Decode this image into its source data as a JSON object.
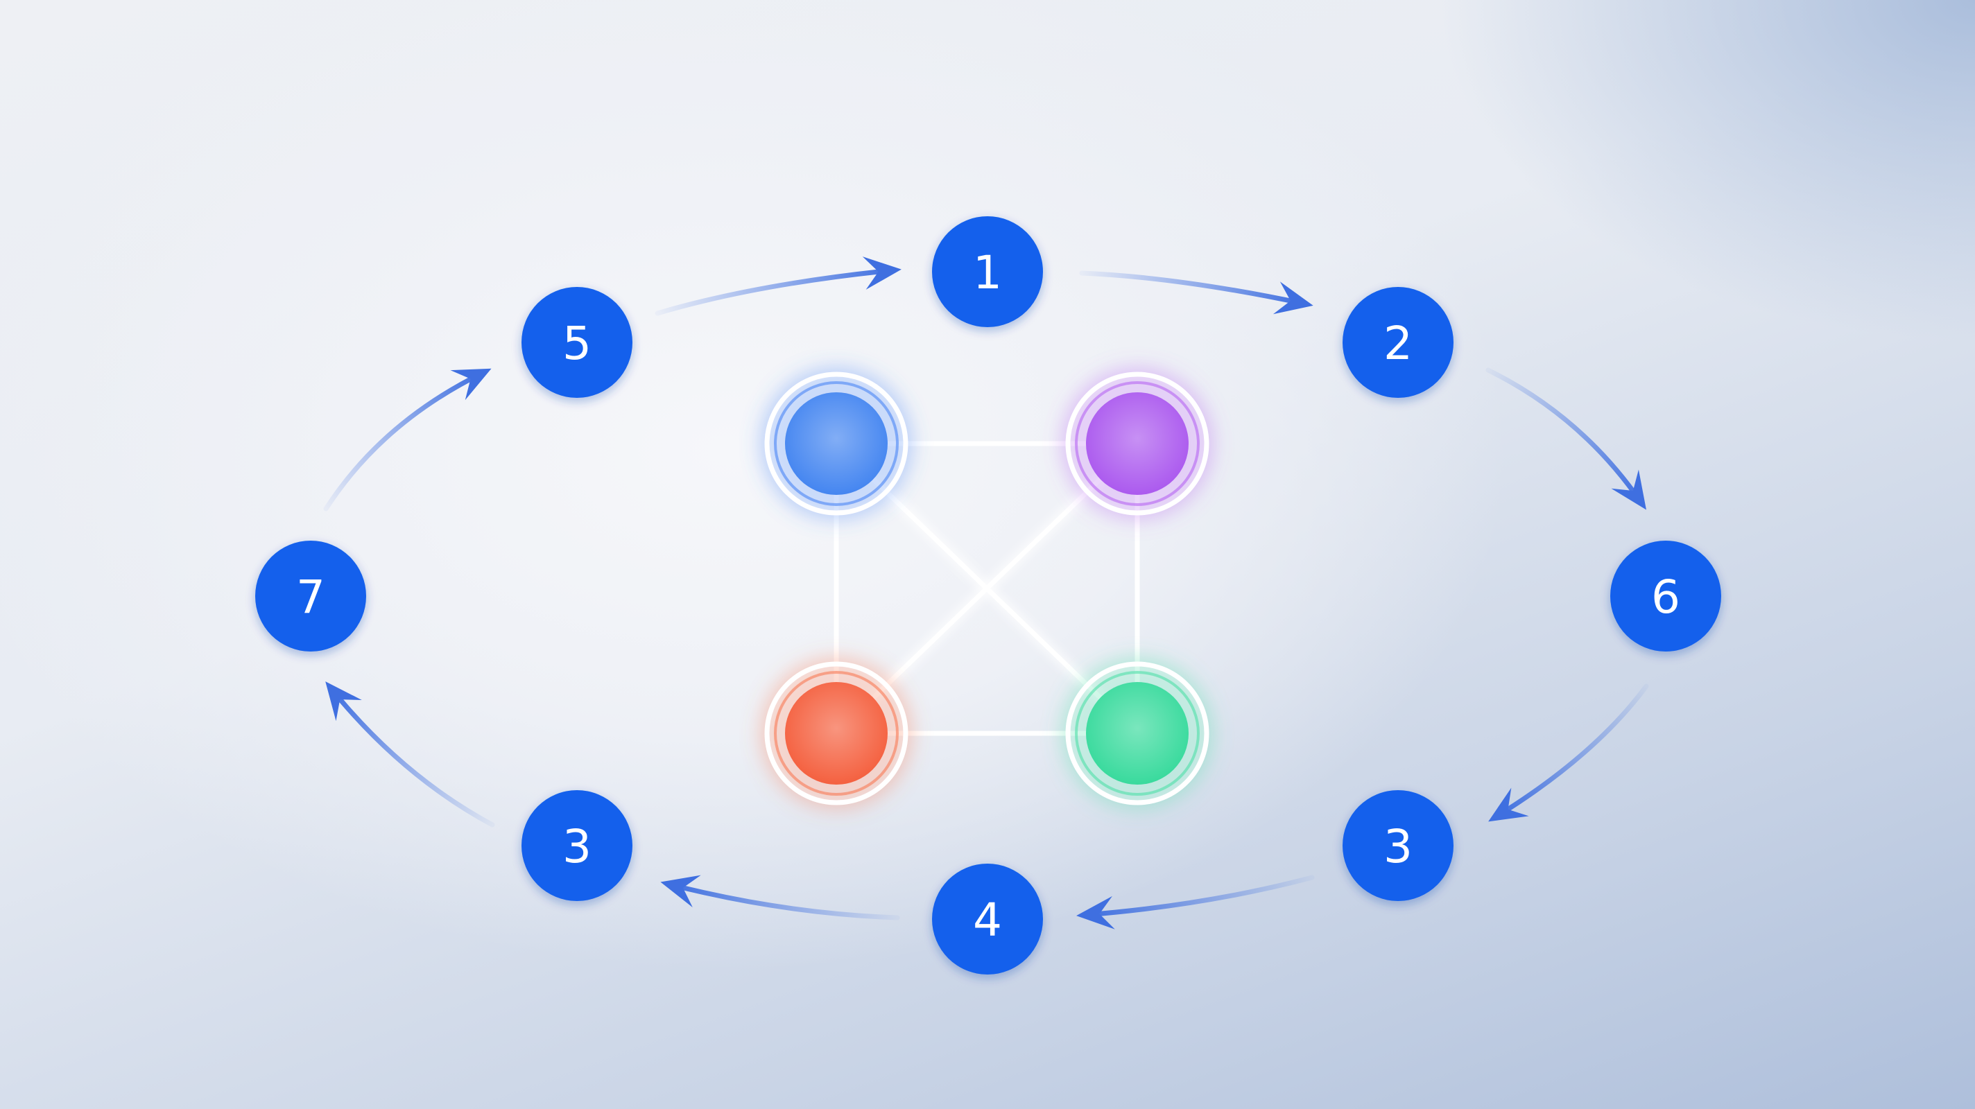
{
  "diagram": {
    "steps": [
      {
        "id": "step-1",
        "label": "1"
      },
      {
        "id": "step-2",
        "label": "2"
      },
      {
        "id": "step-6",
        "label": "6"
      },
      {
        "id": "step-3-right",
        "label": "3"
      },
      {
        "id": "step-4",
        "label": "4"
      },
      {
        "id": "step-3-left",
        "label": "3"
      },
      {
        "id": "step-7",
        "label": "7"
      },
      {
        "id": "step-5",
        "label": "5"
      }
    ],
    "cycle_order": [
      "step-1",
      "step-2",
      "step-6",
      "step-3-right",
      "step-4",
      "step-3-left",
      "step-7",
      "step-5"
    ],
    "network_nodes": [
      {
        "id": "node-blue",
        "color": "#3f82f0",
        "glow": "#4a86f5"
      },
      {
        "id": "node-purple",
        "color": "#a955ee",
        "glow": "#b665f2"
      },
      {
        "id": "node-orange",
        "color": "#f45c3a",
        "glow": "#f87a55"
      },
      {
        "id": "node-green",
        "color": "#33d99a",
        "glow": "#4fe0a8"
      }
    ],
    "network_links": [
      [
        "node-blue",
        "node-purple"
      ],
      [
        "node-blue",
        "node-orange"
      ],
      [
        "node-purple",
        "node-green"
      ],
      [
        "node-orange",
        "node-green"
      ],
      [
        "node-blue",
        "node-green"
      ],
      [
        "node-purple",
        "node-orange"
      ]
    ],
    "colors": {
      "step_fill": "#1460ec",
      "arrow": "#3f6fe0",
      "link": "#ffffff"
    }
  }
}
